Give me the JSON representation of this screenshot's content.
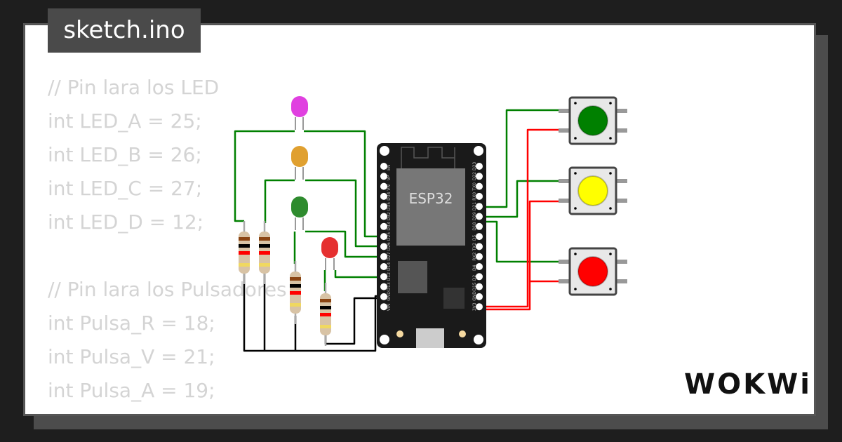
{
  "title": "sketch.ino",
  "code_lines": [
    "// Pin lara los LED",
    "int LED_A = 25;",
    "int LED_B = 26;",
    "int LED_C = 27;",
    "int LED_D = 12;",
    "",
    "// Pin lara los Pulsadores",
    "int Pulsa_R = 18;",
    "int Pulsa_V = 21;",
    "int Pulsa_A = 19;"
  ],
  "board": {
    "label": "ESP32",
    "left_pins": [
      "EN",
      "VP",
      "VN",
      "D34",
      "D35",
      "D32",
      "D33",
      "D25",
      "D26",
      "D27",
      "D14",
      "D12",
      "D13",
      "GND",
      "VIN"
    ],
    "right_pins": [
      "D23",
      "D22",
      "TX0",
      "RX0",
      "D21",
      "D19",
      "D18",
      "D5",
      "TX2",
      "RX2",
      "D4",
      "D2",
      "D15",
      "GND",
      "3V3"
    ]
  },
  "leds": [
    "#e040e0",
    "#e0a030",
    "#2e8b2e",
    "#e53030"
  ],
  "buttons": [
    "#008000",
    "#ffff00",
    "#ff0000"
  ],
  "wire_colors": {
    "signal": "#008000",
    "power": "#ff0000",
    "ground": "#000000"
  },
  "logo": "WOKWi"
}
